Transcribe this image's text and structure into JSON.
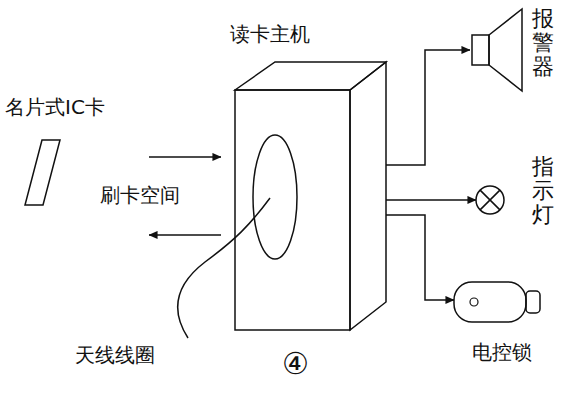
{
  "diagram": {
    "nodes": [
      {
        "text": [
          "名片式IC卡"
        ]
      },
      {
        "text": [
          "读卡主机"
        ]
      },
      {
        "text": [
          "报警器"
        ]
      },
      {
        "text": [
          "指示灯"
        ]
      },
      {
        "text": [
          "电控锁"
        ]
      }
    ],
    "edges": [
      {
        "from": 0,
        "to": 1,
        "arrow": "to"
      },
      {
        "from": 1,
        "to": 0,
        "arrow": "to"
      },
      {
        "from": 1,
        "to": 2,
        "arrow": "to"
      },
      {
        "from": 1,
        "to": 3,
        "arrow": "to"
      },
      {
        "from": 1,
        "to": 4,
        "arrow": "to"
      }
    ],
    "labels": [
      "刷卡空间",
      "天线线圈",
      "④"
    ]
  }
}
